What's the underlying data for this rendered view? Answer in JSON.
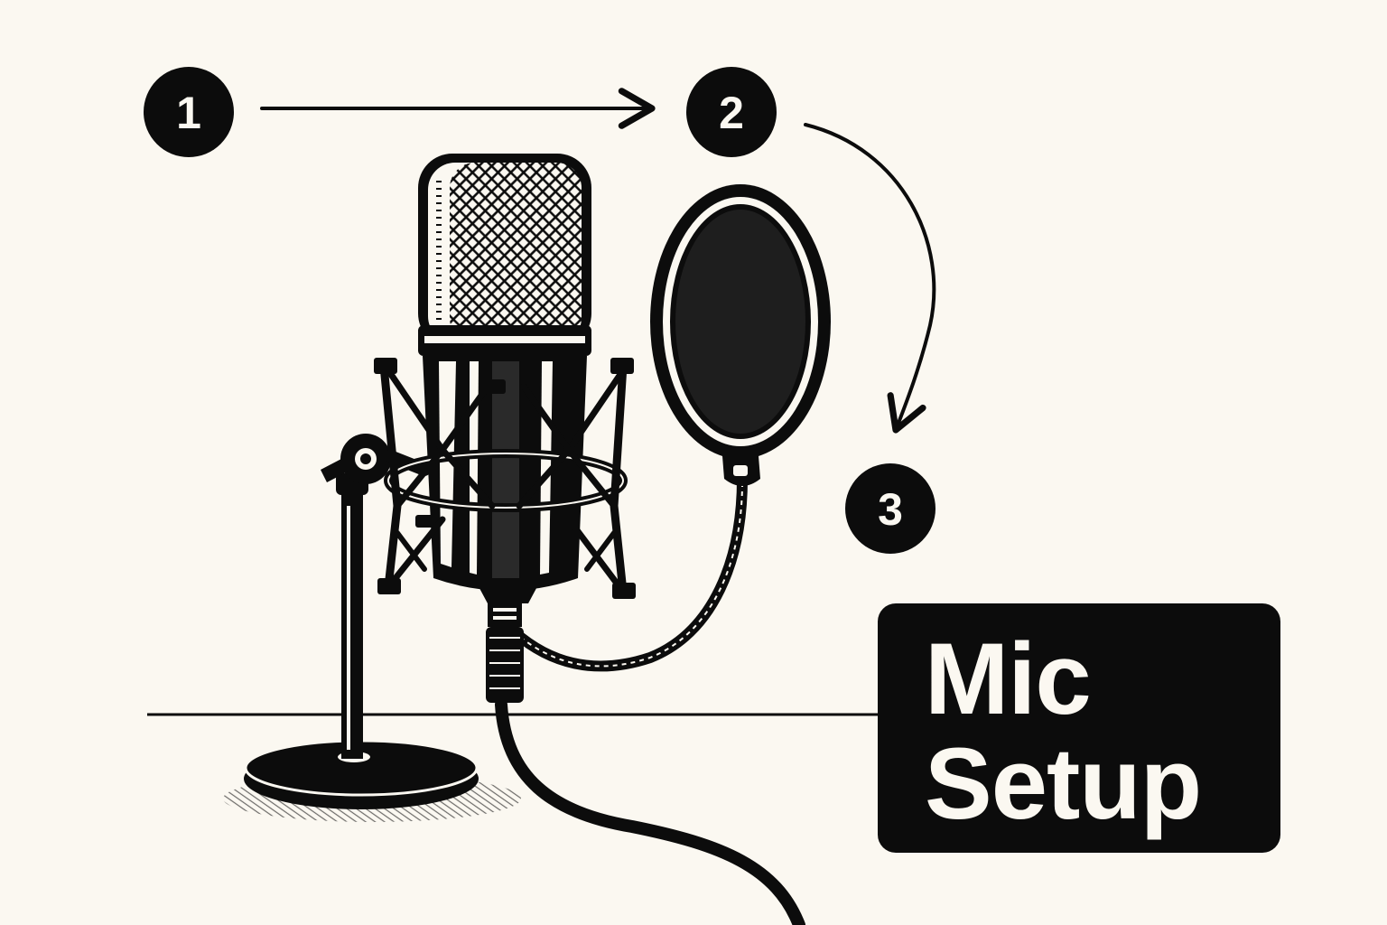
{
  "colors": {
    "background": "#fbf8f1",
    "ink": "#0c0c0c",
    "highlight": "#ffffff"
  },
  "steps": [
    {
      "label": "1",
      "icon": "step-1-badge"
    },
    {
      "label": "2",
      "icon": "step-2-badge"
    },
    {
      "label": "3",
      "icon": "step-3-badge"
    }
  ],
  "title": {
    "line1": "Mic",
    "line2": "Setup"
  },
  "illustration": {
    "icons": [
      "condenser-microphone-icon",
      "shock-mount-icon",
      "pop-filter-icon",
      "desk-stand-icon",
      "xlr-cable-icon"
    ]
  }
}
